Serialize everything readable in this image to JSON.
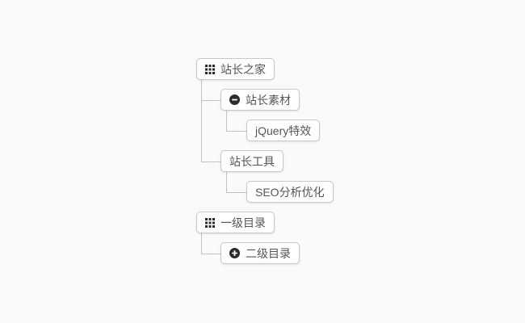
{
  "page": {
    "background_color": "#fafafa"
  },
  "tree": {
    "colors": {
      "node_background": "#ffffff",
      "node_border": "#c9c9c9",
      "node_text": "#555555",
      "connector": "#c2c2c2",
      "icon": "#2b2b2b"
    },
    "nodes": [
      {
        "label": "站长之家",
        "icon": "grid",
        "level": 0,
        "expanded": true
      },
      {
        "label": "站长素材",
        "icon": "minus-circle",
        "level": 1,
        "expanded": true
      },
      {
        "label": "jQuery特效",
        "icon": "",
        "level": 2
      },
      {
        "label": "站长工具",
        "icon": "",
        "level": 1
      },
      {
        "label": "SEO分析优化",
        "icon": "",
        "level": 2
      },
      {
        "label": "一级目录",
        "icon": "grid",
        "level": 0,
        "expanded": true
      },
      {
        "label": "二级目录",
        "icon": "plus-circle",
        "level": 1,
        "expanded": false
      }
    ]
  }
}
